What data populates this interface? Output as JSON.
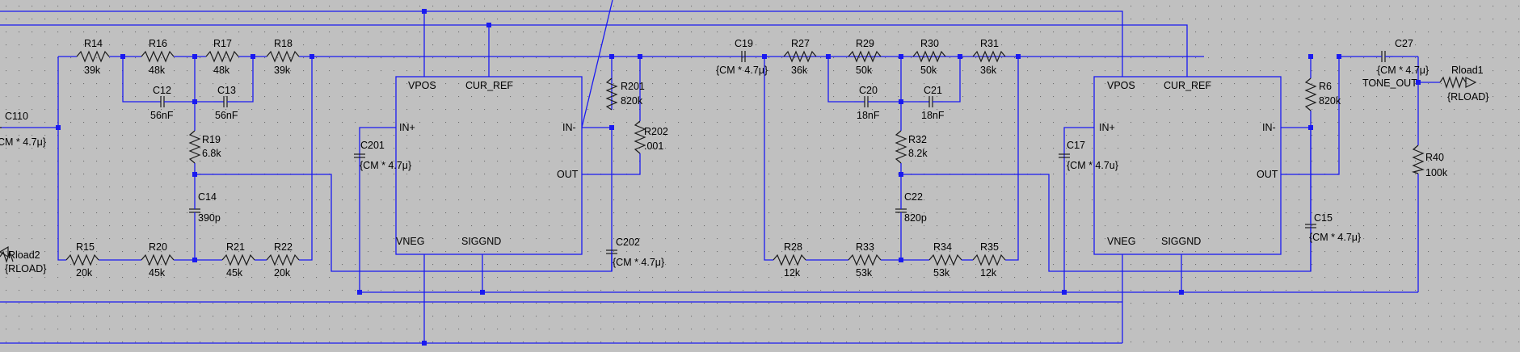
{
  "theme": {
    "background": "#c0c0c0",
    "wire_color": "#1a1af0",
    "part_color": "#1a1a1a",
    "grid_dot_color": "#6e6e6e"
  },
  "labels": {
    "R14": "R14",
    "R14v": "39k",
    "R16": "R16",
    "R16v": "48k",
    "R17": "R17",
    "R17v": "48k",
    "R18": "R18",
    "R18v": "39k",
    "C12": "C12",
    "C12v": "56nF",
    "C13": "C13",
    "C13v": "56nF",
    "R19": "R19",
    "R19v": "6.8k",
    "C14": "C14",
    "C14v": "390p",
    "R15": "R15",
    "R15v": "20k",
    "R20": "R20",
    "R20v": "45k",
    "R21": "R21",
    "R21v": "45k",
    "R22": "R22",
    "R22v": "20k",
    "C110": "C110",
    "C110v": "CM * 4.7μ}",
    "Rload2": "Rload2",
    "Rload2v": "{RLOAD}",
    "C201": "C201",
    "C201v": "{CM * 4.7μ}",
    "R201": "R201",
    "R201v": "820k",
    "R202": "R202",
    "R202v": ".001",
    "C202": "C202",
    "C202v": "{CM * 4.7μ}",
    "C19": "C19",
    "C19v": "{CM * 4.7μ}",
    "R27": "R27",
    "R27v": "36k",
    "R29": "R29",
    "R29v": "50k",
    "R30": "R30",
    "R30v": "50k",
    "R31": "R31",
    "R31v": "36k",
    "C20": "C20",
    "C20v": "18nF",
    "C21": "C21",
    "C21v": "18nF",
    "R32": "R32",
    "R32v": "8.2k",
    "C22": "C22",
    "C22v": "820p",
    "R28": "R28",
    "R28v": "12k",
    "R33": "R33",
    "R33v": "53k",
    "R34": "R34",
    "R34v": "53k",
    "R35": "R35",
    "R35v": "12k",
    "C17": "C17",
    "C17v": "{CM * 4.7u}",
    "R6": "R6",
    "R6v": "820k",
    "C15": "C15",
    "C15v": "{CM * 4.7μ}",
    "C27": "C27",
    "C27v": "{CM * 4.7μ}",
    "Rload1": "Rload1",
    "Rload1v": "{RLOAD}",
    "R40": "R40",
    "R40v": "100k",
    "tone_out": "TONE_OUT"
  },
  "ic1": {
    "vpos": "VPOS",
    "cur_ref": "CUR_REF",
    "in_plus": "IN+",
    "in_minus": "IN-",
    "out": "OUT",
    "vneg": "VNEG",
    "siggnd": "SIGGND"
  },
  "ic2": {
    "vpos": "VPOS",
    "cur_ref": "CUR_REF",
    "in_plus": "IN+",
    "in_minus": "IN-",
    "out": "OUT",
    "vneg": "VNEG",
    "siggnd": "SIGGND"
  }
}
